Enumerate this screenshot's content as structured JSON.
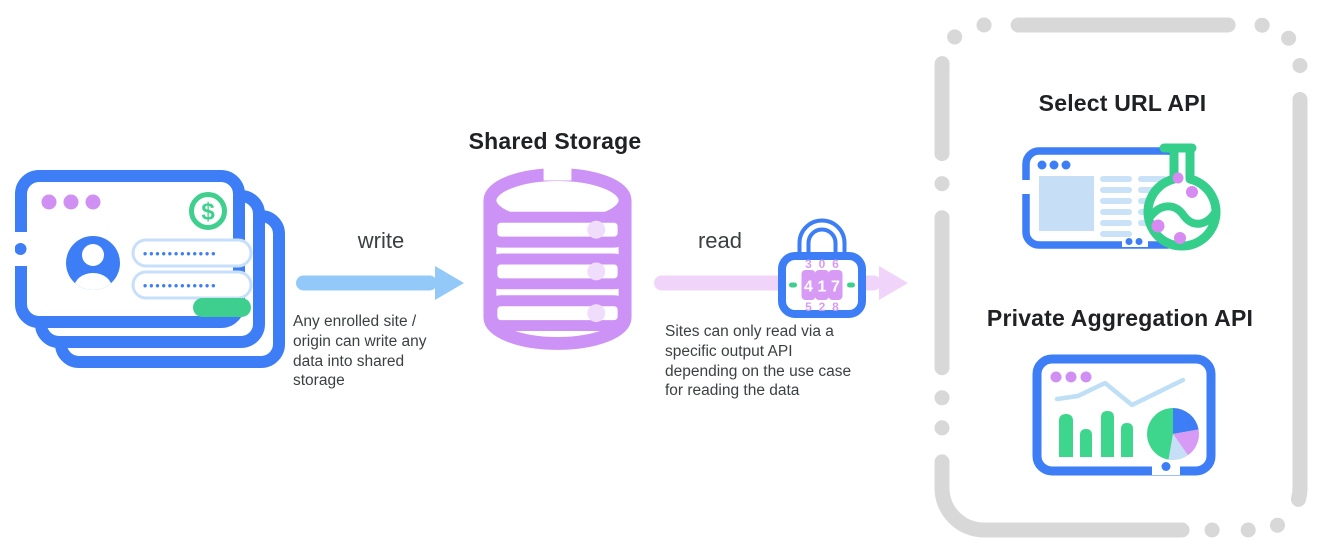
{
  "diagram": {
    "writer": {
      "label": "write",
      "description": "Any enrolled site /\norigin can write any\ndata into shared\nstorage",
      "password_value": "••••••••••••",
      "dollar_sign": "$"
    },
    "storage": {
      "title": "Shared Storage"
    },
    "reader": {
      "label": "read",
      "description": "Sites can only read via a\nspecific output API\ndepending on the use case\nfor reading the data",
      "lock_digits": [
        "4",
        "1",
        "7"
      ],
      "lock_digits_above": [
        "3",
        "0",
        "6"
      ],
      "lock_digits_below": [
        "5",
        "2",
        "8"
      ]
    },
    "output_apis": {
      "select_url": {
        "title": "Select URL API"
      },
      "private_aggregation": {
        "title": "Private Aggregation API"
      }
    }
  },
  "colors": {
    "primary_blue": "#3D7DF6",
    "write_arrow_blue": "#93C9F8",
    "pale_blue_fill": "#C6DEF6",
    "pale_blue_lines": "#C9E2F8",
    "database_purple": "#CD92F6",
    "database_dot_purple": "#F0DCFB",
    "read_arrow_lavender": "#F0D4F9",
    "dial_purple": "#D79BF5",
    "button_green": "#3ECF8E",
    "flask_green": "#35CE8B",
    "window_dot_purple": "#CF8FF3",
    "bubble_purple": "#D78BF2",
    "dashed_border_gray": "#D8D8D8",
    "title_text": "#202124",
    "body_text": "#3C4043"
  }
}
